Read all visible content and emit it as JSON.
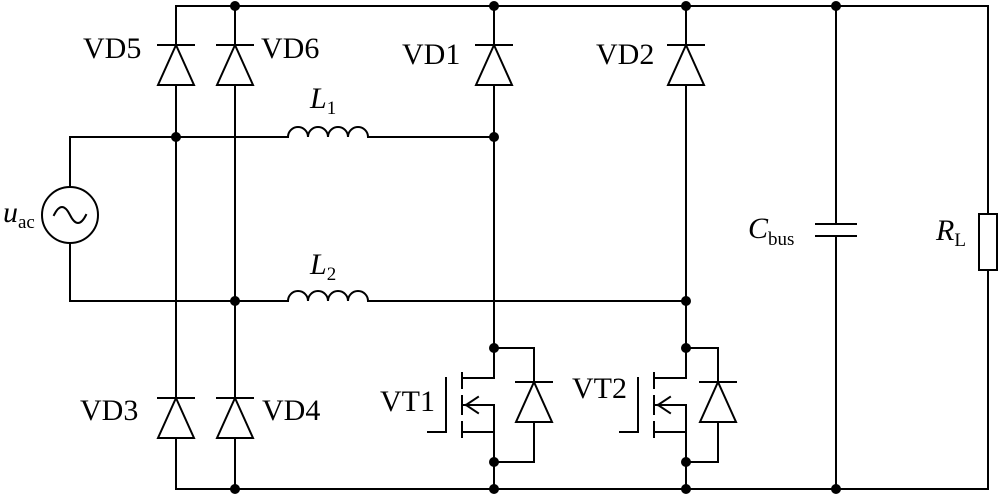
{
  "diagram": {
    "labels": {
      "vd5": "VD5",
      "vd6": "VD6",
      "vd1": "VD1",
      "vd2": "VD2",
      "vd3": "VD3",
      "vd4": "VD4",
      "vt1": "VT1",
      "vt2": "VT2",
      "l1": {
        "main": "L",
        "sub": "1"
      },
      "l2": {
        "main": "L",
        "sub": "2"
      },
      "source": {
        "main": "u",
        "sub": "ac"
      },
      "cbus": {
        "main": "C",
        "sub": "bus"
      },
      "rl": {
        "main": "R",
        "sub": "L"
      }
    }
  }
}
